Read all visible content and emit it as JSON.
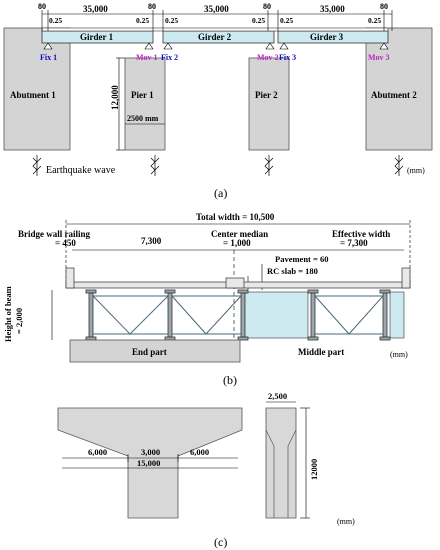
{
  "panel_a": {
    "caption": "(a)",
    "unit": "(mm)",
    "top_gap": "80",
    "span": "35,000",
    "bearing_offset": "0.25",
    "girders": [
      "Girder 1",
      "Girder 2",
      "Girder 3"
    ],
    "bearings": [
      "Fix 1",
      "Mov 1",
      "Fix 2",
      "Mov 2",
      "Fix 3",
      "Mov 3"
    ],
    "abutments": [
      "Abutment 1",
      "Abutment 2"
    ],
    "piers": [
      "Pier 1",
      "Pier 2"
    ],
    "pier_height": "12,000",
    "pier_width": "2500 mm",
    "earthquake_label": "Earthquake wave",
    "colors": {
      "fix": "#1010c0",
      "mov": "#c020c0",
      "girder": "#cdeaf1",
      "concrete": "#d4d4d4"
    }
  },
  "panel_b": {
    "caption": "(b)",
    "unit": "(mm)",
    "total_width": "Total width = 10,500",
    "railing_line1": "Bridge wall railing",
    "railing_line2": "= 450",
    "left_lane": "7,300",
    "median_line1": "Center median",
    "median_line2": "= 1,000",
    "effective_line1": "Effective width",
    "effective_line2": "= 7,300",
    "pavement": "Pavement = 60",
    "rc_slab": "RC slab = 180",
    "beam_height_line1": "Height of beam",
    "beam_height_line2": "= 2,000",
    "end_part": "End part",
    "middle_part": "Middle part"
  },
  "panel_c": {
    "caption": "(c)",
    "unit": "(mm)",
    "cap_left": "6,000",
    "column_width": "3,000",
    "cap_right": "6,000",
    "cap_total": "15,000",
    "side_width": "2,500",
    "side_height": "12000"
  }
}
